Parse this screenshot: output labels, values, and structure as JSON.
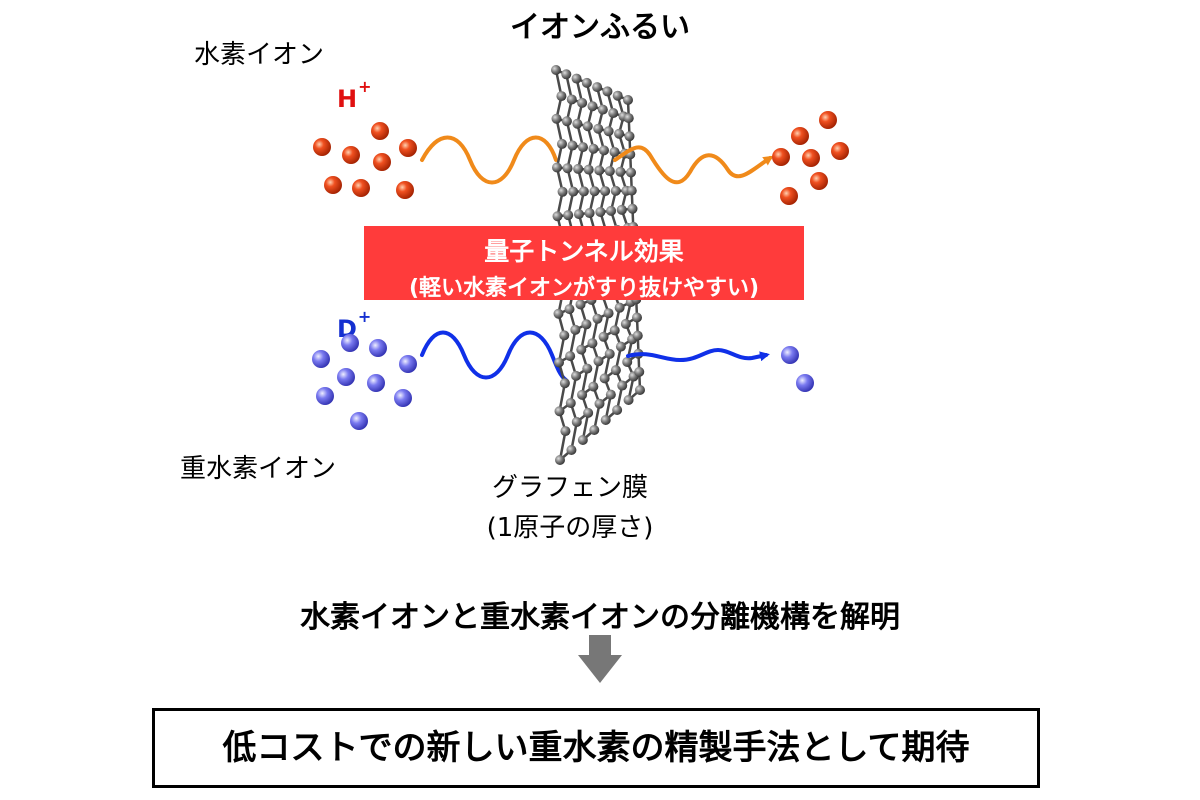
{
  "title": "イオンふるい",
  "hydrogen": {
    "label": "水素イオン",
    "symbol": "H",
    "charge": "+",
    "color": "#f04a1a",
    "wave_color": "#f08a1a"
  },
  "deuterium": {
    "label": "重水素イオン",
    "symbol": "D",
    "charge": "+",
    "color": "#6f6ff0",
    "wave_color": "#1030e8"
  },
  "tunnel_box": {
    "line1": "量子トンネル効果",
    "line2": "(軽い水素イオンがすり抜けやすい)",
    "color": "#ff3b3b"
  },
  "graphene": {
    "line1": "グラフェン膜",
    "line2": "(1原子の厚さ)"
  },
  "conclusion": "水素イオンと重水素イオンの分離機構を解明",
  "result": "低コストでの新しい重水素の精製手法として期待",
  "arrow_color": "#777777"
}
